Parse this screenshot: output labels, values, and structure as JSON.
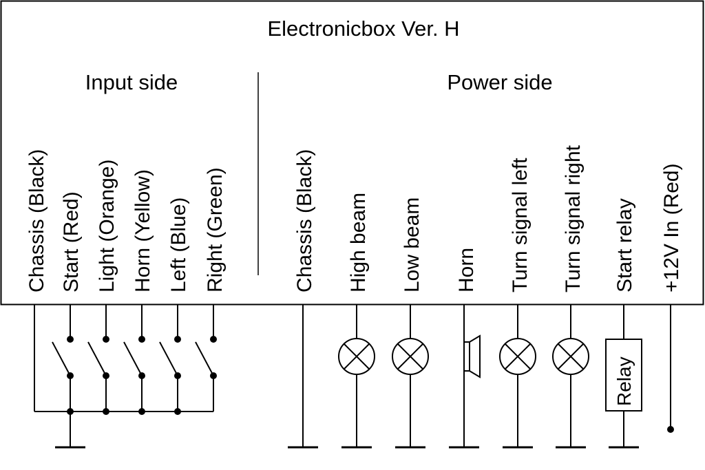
{
  "box": {
    "title": "Electronicbox Ver. H",
    "input_heading": "Input side",
    "power_heading": "Power side"
  },
  "input_terminals": [
    "Chassis (Black)",
    "Start (Red)",
    "Light (Orange)",
    "Horn (Yellow)",
    "Left (Blue)",
    "Right (Green)"
  ],
  "power_terminals": [
    "Chassis (Black)",
    "High beam",
    "Low beam",
    "Horn",
    "Turn signal left",
    "Turn signal right",
    "Start relay",
    "+12V In (Red)"
  ],
  "relay_label": "Relay",
  "colors": {
    "line": "#000000",
    "background": "#ffffff"
  }
}
